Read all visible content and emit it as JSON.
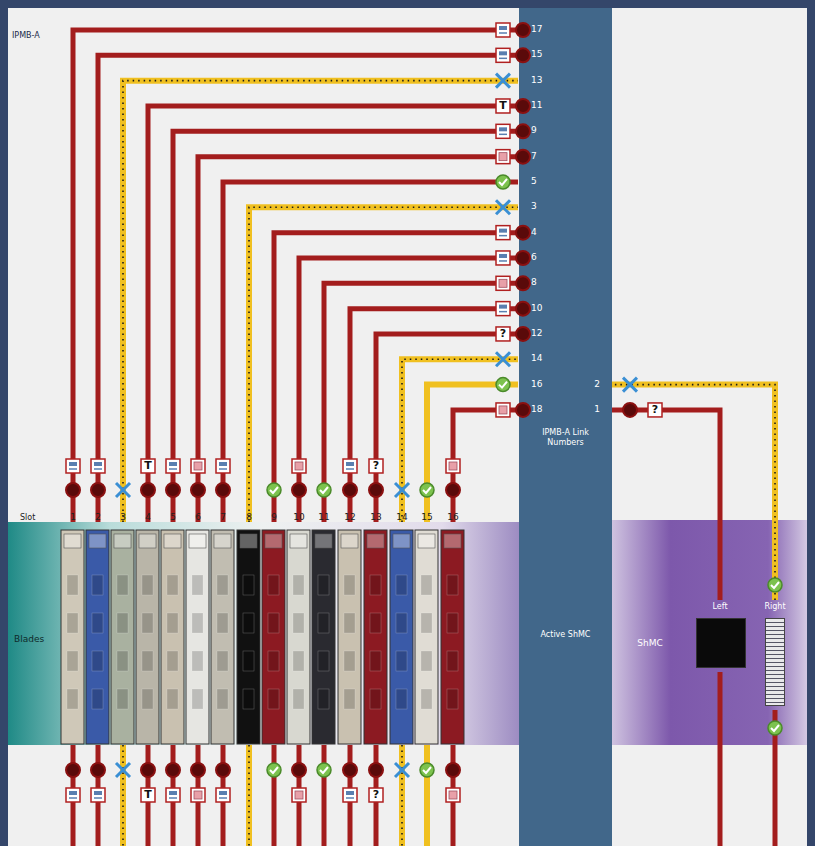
{
  "diagram": {
    "nodes": [
      {
        "text": [
          "IPMB-A Link Numbers",
          "Active ShMC"
        ]
      },
      {
        "text": [
          "ShMC"
        ]
      },
      {
        "text": [
          "Left"
        ],
        "in": 1
      },
      {
        "text": [
          "Right"
        ],
        "in": 1
      }
    ],
    "edges": [
      {
        "from": 2,
        "to": 0,
        "arrow": "none",
        "label": "1"
      },
      {
        "from": 3,
        "to": 0,
        "arrow": "none",
        "label": "2"
      }
    ],
    "labels": [
      "IPMB-A",
      "17",
      "15",
      "13",
      "11",
      "9",
      "7",
      "5",
      "3",
      "4",
      "6",
      "8",
      "10",
      "12",
      "14",
      "16",
      "18",
      "Slot",
      "1",
      "2",
      "3",
      "4",
      "5",
      "6",
      "7",
      "8",
      "9",
      "10",
      "11",
      "12",
      "13",
      "14",
      "15",
      "16",
      "Blades",
      "T",
      "?",
      "T",
      "?",
      "T",
      "?",
      "?"
    ]
  }
}
